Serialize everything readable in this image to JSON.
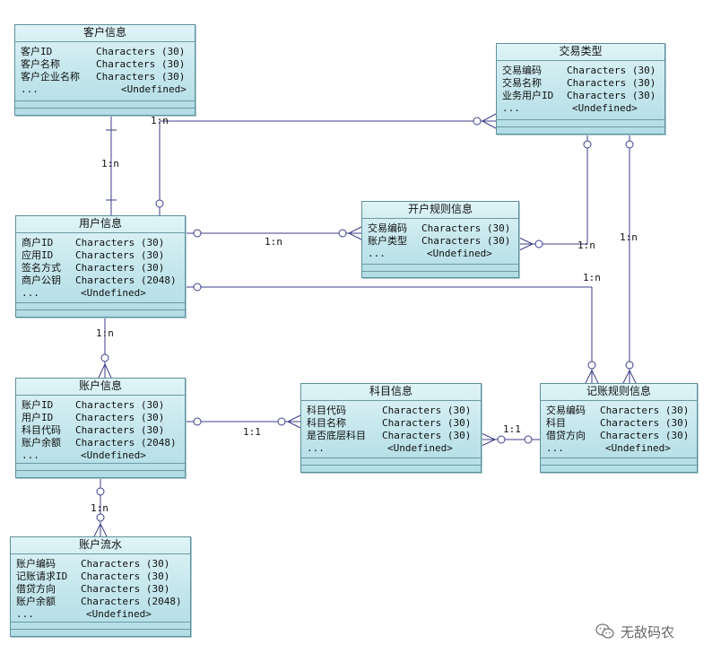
{
  "entities": {
    "customer": {
      "title": "客户信息",
      "attrs": [
        {
          "name": "客户ID",
          "type": "Characters (30)"
        },
        {
          "name": "客户名称",
          "type": "Characters (30)"
        },
        {
          "name": "客户企业名称",
          "type": "Characters (30)"
        },
        {
          "name": "...",
          "type": "<Undefined>"
        }
      ]
    },
    "txn_type": {
      "title": "交易类型",
      "attrs": [
        {
          "name": "交易编码",
          "type": "Characters (30)"
        },
        {
          "name": "交易名称",
          "type": "Characters (30)"
        },
        {
          "name": "业务用户ID",
          "type": "Characters (30)"
        },
        {
          "name": "...",
          "type": "<Undefined>"
        }
      ]
    },
    "user": {
      "title": "用户信息",
      "attrs": [
        {
          "name": "商户ID",
          "type": "Characters (30)"
        },
        {
          "name": "应用ID",
          "type": "Characters (30)"
        },
        {
          "name": "签名方式",
          "type": "Characters (30)"
        },
        {
          "name": "商户公钥",
          "type": "Characters (2048)"
        },
        {
          "name": "...",
          "type": "<Undefined>"
        }
      ]
    },
    "open_rule": {
      "title": "开户规则信息",
      "attrs": [
        {
          "name": "交易编码",
          "type": "Characters (30)"
        },
        {
          "name": "账户类型",
          "type": "Characters (30)"
        },
        {
          "name": "...",
          "type": "<Undefined>"
        }
      ]
    },
    "account": {
      "title": "账户信息",
      "attrs": [
        {
          "name": "账户ID",
          "type": "Characters (30)"
        },
        {
          "name": "用户ID",
          "type": "Characters (30)"
        },
        {
          "name": "科目代码",
          "type": "Characters (30)"
        },
        {
          "name": "账户余额",
          "type": "Characters (2048)"
        },
        {
          "name": "...",
          "type": "<Undefined>"
        }
      ]
    },
    "subject": {
      "title": "科目信息",
      "attrs": [
        {
          "name": "科目代码",
          "type": "Characters (30)"
        },
        {
          "name": "科目名称",
          "type": "Characters (30)"
        },
        {
          "name": "是否底层科目",
          "type": "Characters (30)"
        },
        {
          "name": "...",
          "type": "<Undefined>"
        }
      ]
    },
    "book_rule": {
      "title": "记账规则信息",
      "attrs": [
        {
          "name": "交易编码",
          "type": "Characters (30)"
        },
        {
          "name": "科目",
          "type": "Characters (30)"
        },
        {
          "name": "借贷方向",
          "type": "Characters (30)"
        },
        {
          "name": "...",
          "type": "<Undefined>"
        }
      ]
    },
    "account_flow": {
      "title": "账户流水",
      "attrs": [
        {
          "name": "账户编码",
          "type": "Characters (30)"
        },
        {
          "name": "记账请求ID",
          "type": "Characters (30)"
        },
        {
          "name": "借贷方向",
          "type": "Characters (30)"
        },
        {
          "name": "账户余额",
          "type": "Characters (2048)"
        },
        {
          "name": "...",
          "type": "<Undefined>"
        }
      ]
    }
  },
  "relationships": [
    {
      "id": "customer-user",
      "label": "1:n"
    },
    {
      "id": "user-txn_type",
      "label": "1:n"
    },
    {
      "id": "user-open_rule",
      "label": "1:n"
    },
    {
      "id": "txn_type-open_rule",
      "label": "1:n"
    },
    {
      "id": "txn_type-book_rule",
      "label": "1:n"
    },
    {
      "id": "user-book_rule",
      "label": "1:n"
    },
    {
      "id": "user-account",
      "label": "1:n"
    },
    {
      "id": "account-subject",
      "label": "1:1"
    },
    {
      "id": "subject-book_rule",
      "label": "1:1"
    },
    {
      "id": "account-account_flow",
      "label": "1:n"
    }
  ],
  "watermark": {
    "text": "无敌码农",
    "icon": "wechat-icon"
  },
  "colors": {
    "entity_fill": "#c3e6ec",
    "entity_border": "#5f8f9a",
    "line": "#3d3d8a"
  }
}
